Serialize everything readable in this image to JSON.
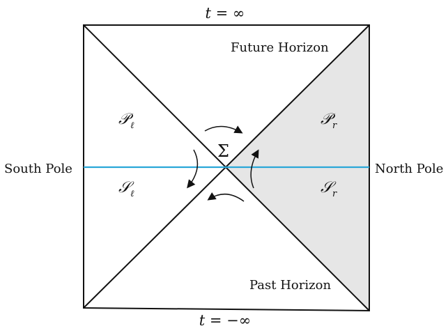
{
  "labels": {
    "top": "t = ∞",
    "bottom": "t = −∞",
    "south": "South Pole",
    "north": "North Pole",
    "future": "Future Horizon",
    "past": "Past Horizon"
  },
  "regions": {
    "pl_main": "𝒫",
    "pl_sub": "ℓ",
    "sl_main": "𝒮",
    "sl_sub": "ℓ",
    "pr_main": "𝒫",
    "pr_sub": "r",
    "sr_main": "𝒮",
    "sr_sub": "r"
  },
  "center": {
    "sigma": "Σ"
  },
  "colors": {
    "shade": "#e6e6e6",
    "stroke": "#111111",
    "equator": "#2aa7d8"
  }
}
